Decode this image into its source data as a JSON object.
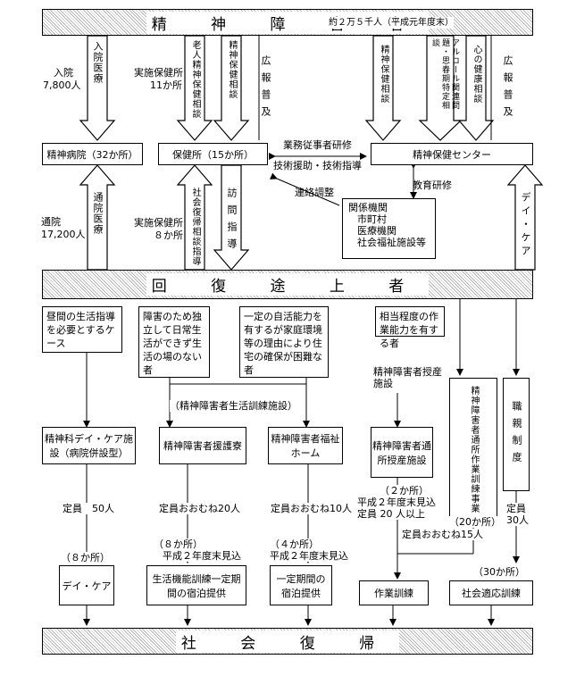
{
  "top_banner": {
    "title": "精 神 障 害 者",
    "count": "約２万５千人（平成元年度末）"
  },
  "mid_banner": {
    "title": "回 復 途 上 者"
  },
  "bottom_banner": {
    "title": "社 会 復 帰"
  },
  "left_top": {
    "label1": "入院",
    "label2": "7,800人",
    "arrow": "入院医療"
  },
  "left_mid": {
    "label1": "通院",
    "label2": "17,200人",
    "arrow": "通院医療"
  },
  "hospital": {
    "label": "精神病院（32か所）"
  },
  "hokenjo": {
    "label": "保健所（15か所）",
    "sub_top1": "実施保健所",
    "sub_top2": "11か所",
    "arrow_a": "老人精神保健相談",
    "arrow_b": "精神保健相談",
    "pr": "広報普及",
    "sub_bot1": "実施保健所",
    "sub_bot2": "８か所",
    "arrow_c": "社会復帰相談指導",
    "arrow_d": "訪問指導"
  },
  "center": {
    "label": "精神保健センター",
    "arrow_a": "精神保健相談",
    "arrow_b": "アルコール関連問題・思春期特定相談",
    "arrow_c": "心の健康相談",
    "pr": "広報普及",
    "day": "デイ・ケア"
  },
  "links": {
    "training": "業務従事者研修",
    "tech": "技術援助・技術指導",
    "liaison": "連絡調整",
    "edu": "教育研修"
  },
  "agencies": {
    "title": "関係機関",
    "items": [
      "市町村",
      "医療機関",
      "社会福祉施設等"
    ]
  },
  "notes": {
    "n1": "昼間の生活指導を必要とするケース",
    "n2": "障害のため独立して日常生活ができず生活の場のない者",
    "n3": "一定の自活能力を有するが家庭環境等の理由により住宅の確保が困難な者",
    "n4": "相当程度の作業能力を有する者",
    "n5": "精神障害者授産施設",
    "group": "（精神障害者生活訓練施設）"
  },
  "facilities": {
    "f1": "精神科デイ・ケア施設（病院併設型）",
    "f2": "精神障害者援護寮",
    "f3": "精神障害者福祉ホーム",
    "f4": "精神障害者通所授産施設",
    "f5": "精神障害者通所作業訓練事業",
    "f6": "職親制度"
  },
  "capacity": {
    "c1": "定員　50人",
    "c2": "定員おおむね20人",
    "c3": "定員おおむね10人",
    "c4a": "（２か所）",
    "c4b": "平成２年度末見込",
    "c4c": "定員 20 人以上",
    "c5a": "（20か所）",
    "c5b": "定員おおむね15人",
    "c6a": "定員",
    "c6b": "30人"
  },
  "outcomes": {
    "o1_count": "（８か所）",
    "o1": "デイ・ケア",
    "o2_count": "（８か所）",
    "o2_note": "平成２年度末見込",
    "o2": "生活機能訓練一定期間の宿泊提供",
    "o3_count": "（４か所）",
    "o3_note": "平成２年度末見込",
    "o3": "一定期間の宿泊提供",
    "o4": "作業訓練",
    "o5_count": "（30か所）",
    "o5": "社会適応訓練"
  }
}
